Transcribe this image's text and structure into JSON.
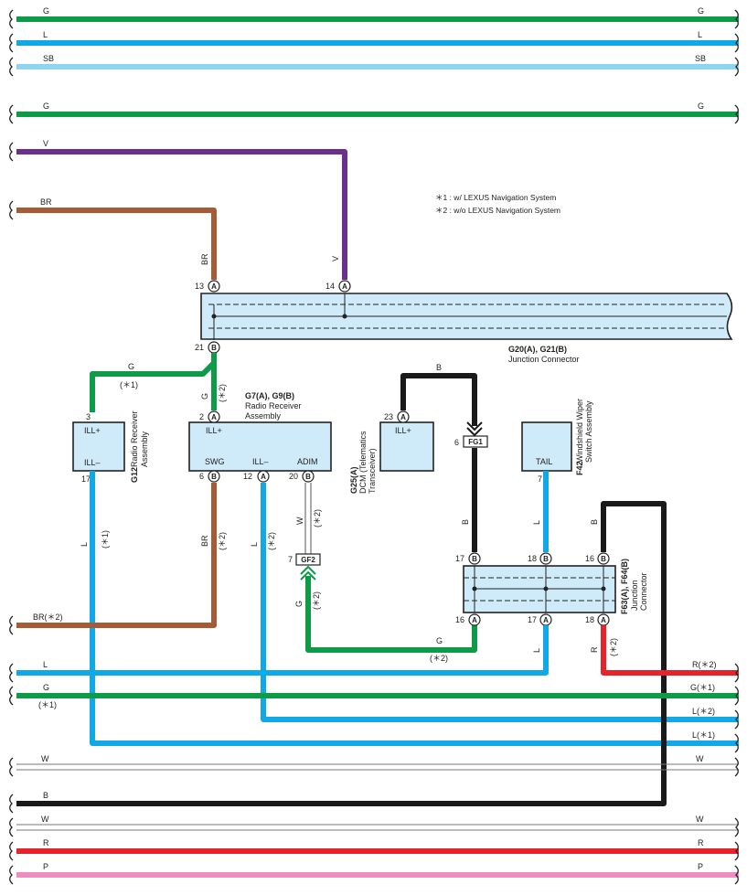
{
  "colors": {
    "G": "#0d9b48",
    "L": "#11a8e8",
    "SB": "#8fd5f0",
    "V": "#6a2f8f",
    "BR": "#a65a35",
    "B": "#1a1a1a",
    "W": "#ffffff",
    "R": "#e6222a",
    "P": "#f08cc0",
    "component_fill": "#cfeaf8"
  },
  "notes": {
    "note1": "＊1 : w/ LEXUS Navigation System",
    "note2": "＊2 : w/o LEXUS Navigation System"
  },
  "wires": {
    "g_top": {
      "left": "G",
      "right": "G"
    },
    "l_top": {
      "left": "L",
      "right": "L"
    },
    "sb_top": {
      "left": "SB",
      "right": "SB"
    },
    "g_2": {
      "left": "G",
      "right": "G"
    },
    "v": "V",
    "br_top": "BR",
    "br_vert": "BR",
    "v_vert": "V",
    "g_star1": "G",
    "g_star1_note": "(＊1)",
    "g_star2": "G",
    "g_star2_note": "(＊2)",
    "b_fg1": "B",
    "b_fg1_vert": "B",
    "l_g12": "L",
    "l_g12_note": "(＊1)",
    "br_swg": "BR",
    "br_swg_note": "(＊2)",
    "l_ill": "L",
    "l_ill_note": "(＊2)",
    "w_adim": "W",
    "w_adim_note": "(＊2)",
    "g_gf2": "G",
    "g_gf2_note": "(＊2)",
    "l_tail": "L",
    "b_16b": "B",
    "br_bottom": "BR(＊2)",
    "g_16a": "G",
    "g_16a_note": "(＊2)",
    "l_17a": "L",
    "r_18a": "R",
    "r_18a_note": "(＊2)",
    "l_bottom": {
      "left": "L"
    },
    "r_out": "R(＊2)",
    "g_bottom": {
      "left": "G",
      "left_note": "(＊1)",
      "right": "G(＊1)"
    },
    "l_star2_out": "L(＊2)",
    "l_star1_out": "L(＊1)",
    "w1": {
      "left": "W",
      "right": "W"
    },
    "b_bottom": "B",
    "w2": {
      "left": "W",
      "right": "W"
    },
    "r_bottom": {
      "left": "R",
      "right": "R"
    },
    "p_bottom": {
      "left": "P",
      "right": "P"
    }
  },
  "components": {
    "g20": {
      "code": "G20(A), G21(B)",
      "name": "Junction Connector",
      "pin13": "13",
      "pin14": "14",
      "pin21": "21",
      "pinA": "A",
      "pinB": "B"
    },
    "g12": {
      "code": "G12",
      "name1": "Radio Receiver",
      "name2": "Assembly",
      "ill_plus": "ILL+",
      "ill_minus": "ILL–",
      "pin3": "3",
      "pin17": "17"
    },
    "g7": {
      "code": "G7(A), G9(B)",
      "name1": "Radio Receiver",
      "name2": "Assembly",
      "ill_plus": "ILL+",
      "swg": "SWG",
      "ill_minus": "ILL–",
      "adim": "ADIM",
      "pin2": "2",
      "pin6": "6",
      "pin12": "12",
      "pin20": "20",
      "pinA": "A",
      "pinB": "B"
    },
    "g25": {
      "code": "G25(A)",
      "name1": "DCM (Telematics",
      "name2": "Transceiver)",
      "ill_plus": "ILL+",
      "pin23": "23",
      "pinA": "A"
    },
    "f42": {
      "code": "F42",
      "name1": "Windshield Wiper",
      "name2": "Switch Assembly",
      "tail": "TAIL",
      "pin7": "7"
    },
    "f63": {
      "code": "F63(A), F64(B)",
      "name1": "Junction",
      "name2": "Connector",
      "pin17": "17",
      "pin18": "18",
      "pin16": "16",
      "pinA": "A",
      "pinB": "B"
    },
    "fg1": {
      "label": "FG1",
      "pin": "6"
    },
    "gf2": {
      "label": "GF2",
      "pin": "7"
    }
  }
}
